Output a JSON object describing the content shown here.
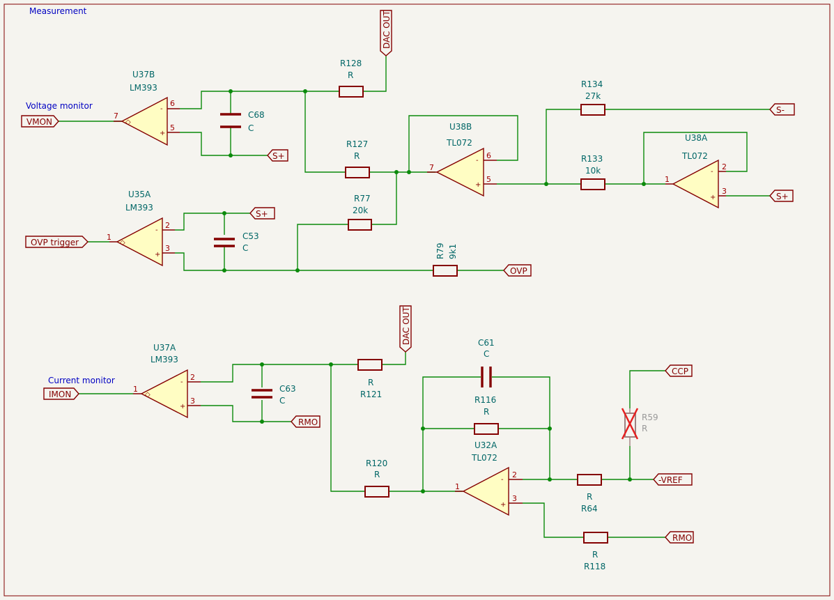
{
  "sheet_title": "Measurement",
  "notes": {
    "voltage_monitor": "Voltage monitor",
    "current_monitor": "Current monitor"
  },
  "nets": {
    "vmon": "VMON",
    "ovp_trigger": "OVP trigger",
    "imon": "IMON",
    "dac_out": "DAC OUT",
    "s_plus": "S+",
    "s_minus": "S-",
    "ovp": "OVP",
    "ccp": "CCP",
    "rmo": "RMO",
    "vref": "-VREF"
  },
  "components": {
    "U37B": {
      "ref": "U37B",
      "value": "LM393",
      "pins": [
        "7",
        "6",
        "5"
      ]
    },
    "U35A": {
      "ref": "U35A",
      "value": "LM393",
      "pins": [
        "1",
        "2",
        "3"
      ]
    },
    "U37A": {
      "ref": "U37A",
      "value": "LM393",
      "pins": [
        "1",
        "2",
        "3"
      ]
    },
    "U38B": {
      "ref": "U38B",
      "value": "TL072",
      "pins": [
        "7",
        "6",
        "5"
      ]
    },
    "U38A": {
      "ref": "U38A",
      "value": "TL072",
      "pins": [
        "1",
        "2",
        "3"
      ]
    },
    "U32A": {
      "ref": "U32A",
      "value": "TL072",
      "pins": [
        "1",
        "2",
        "3"
      ]
    },
    "C68": {
      "ref": "C68",
      "value": "C"
    },
    "C53": {
      "ref": "C53",
      "value": "C"
    },
    "C63": {
      "ref": "C63",
      "value": "C"
    },
    "C61": {
      "ref": "C61",
      "value": "C"
    },
    "R128": {
      "ref": "R128",
      "value": "R"
    },
    "R127": {
      "ref": "R127",
      "value": "R"
    },
    "R77": {
      "ref": "R77",
      "value": "20k"
    },
    "R79": {
      "ref": "R79",
      "value": "9k1"
    },
    "R134": {
      "ref": "R134",
      "value": "27k"
    },
    "R133": {
      "ref": "R133",
      "value": "10k"
    },
    "R121": {
      "ref": "R121",
      "value": "R"
    },
    "R120": {
      "ref": "R120",
      "value": "R"
    },
    "R116": {
      "ref": "R116",
      "value": "R"
    },
    "R64": {
      "ref": "R64",
      "value": "R"
    },
    "R118": {
      "ref": "R118",
      "value": "R"
    },
    "R59": {
      "ref": "R59",
      "value": "R"
    }
  },
  "opamp_symbols": {
    "minus": "-",
    "plus": "+"
  }
}
